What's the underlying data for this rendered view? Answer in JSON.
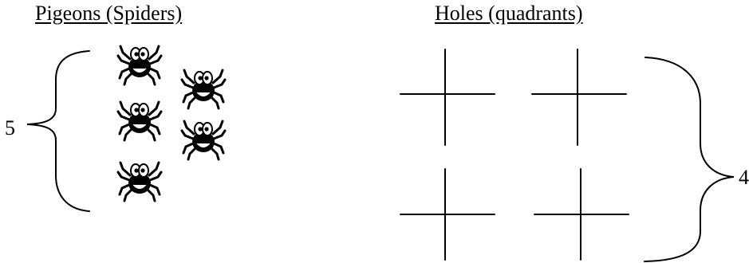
{
  "pigeons": {
    "heading": "Pigeons (Spiders)",
    "count": "5",
    "items": [
      {
        "icon": "spider-icon"
      },
      {
        "icon": "spider-icon"
      },
      {
        "icon": "spider-icon"
      },
      {
        "icon": "spider-icon"
      },
      {
        "icon": "spider-icon"
      }
    ]
  },
  "holes": {
    "heading": "Holes (quadrants)",
    "count": "4",
    "items": [
      {
        "icon": "quadrant-cross-icon"
      },
      {
        "icon": "quadrant-cross-icon"
      },
      {
        "icon": "quadrant-cross-icon"
      },
      {
        "icon": "quadrant-cross-icon"
      }
    ]
  }
}
